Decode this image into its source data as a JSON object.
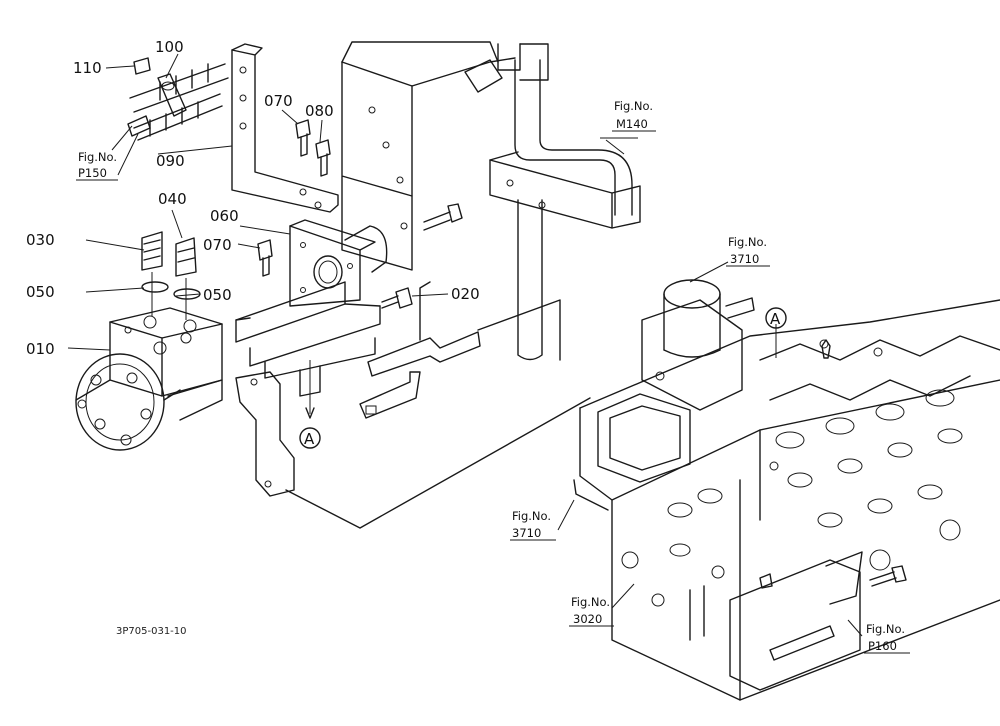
{
  "part_labels": [
    "110",
    "100",
    "070",
    "080",
    "090",
    "040",
    "030",
    "060",
    "070",
    "050",
    "050",
    "020",
    "010"
  ],
  "fig_refs": [
    {
      "prefix": "Fig.No.",
      "number": "P150"
    },
    {
      "prefix": "Fig.No.",
      "number": "M140"
    },
    {
      "prefix": "Fig.No.",
      "number": "3710"
    },
    {
      "prefix": "Fig.No.",
      "number": "3710"
    },
    {
      "prefix": "Fig.No.",
      "number": "3020"
    },
    {
      "prefix": "Fig.No.",
      "number": "P160"
    }
  ],
  "markers": [
    "A",
    "A"
  ],
  "drawing_code": "3P705-031-10"
}
